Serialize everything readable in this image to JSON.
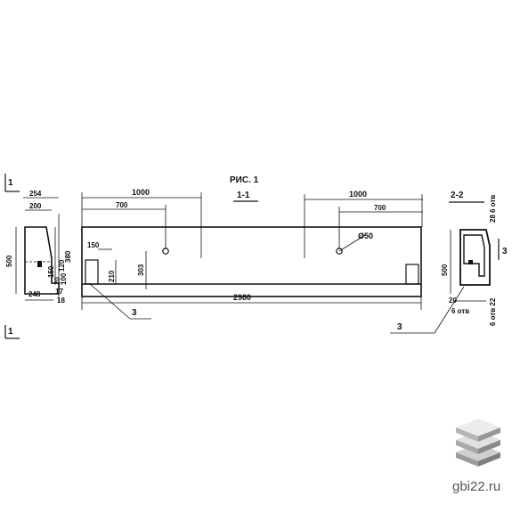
{
  "figure": {
    "title": "РИС. 1",
    "section_main": "1-1",
    "section_right": "2-2",
    "section_left_marker": "1"
  },
  "left_view": {
    "dims": [
      "254",
      "200",
      "500",
      "380",
      "150",
      "120",
      "248",
      "17",
      "20",
      "100",
      "18"
    ]
  },
  "main_view": {
    "dims": [
      "1000",
      "700",
      "1000",
      "700",
      "150",
      "210",
      "303",
      "2980"
    ],
    "hole_label": "Ø50",
    "callout": "3"
  },
  "right_view": {
    "dims": [
      "500",
      "20",
      "6 отв",
      "28 6 отв",
      "6 отв 22",
      "3"
    ],
    "callout": "3"
  },
  "watermark": {
    "text": "gbi22.ru",
    "icon": "stacked-slabs-icon"
  }
}
